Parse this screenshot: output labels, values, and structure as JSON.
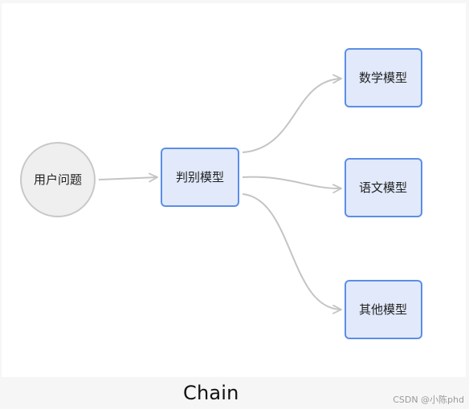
{
  "diagram": {
    "nodes": [
      {
        "id": "user",
        "label": "用户问题",
        "shape": "circle"
      },
      {
        "id": "judge",
        "label": "判别模型",
        "shape": "box"
      },
      {
        "id": "math",
        "label": "数学模型",
        "shape": "box"
      },
      {
        "id": "lang",
        "label": "语文模型",
        "shape": "box"
      },
      {
        "id": "other",
        "label": "其他模型",
        "shape": "box"
      }
    ],
    "edges": [
      {
        "from": "user",
        "to": "judge"
      },
      {
        "from": "judge",
        "to": "math"
      },
      {
        "from": "judge",
        "to": "lang"
      },
      {
        "from": "judge",
        "to": "other"
      }
    ],
    "colors": {
      "box_fill": "#e1e9fb",
      "box_stroke": "#5b8ee6",
      "circle_fill": "#efefef",
      "circle_stroke": "#c8c8c8",
      "edge": "#c4c4c4"
    }
  },
  "caption": "Chain",
  "watermark": "CSDN @小陈phd"
}
